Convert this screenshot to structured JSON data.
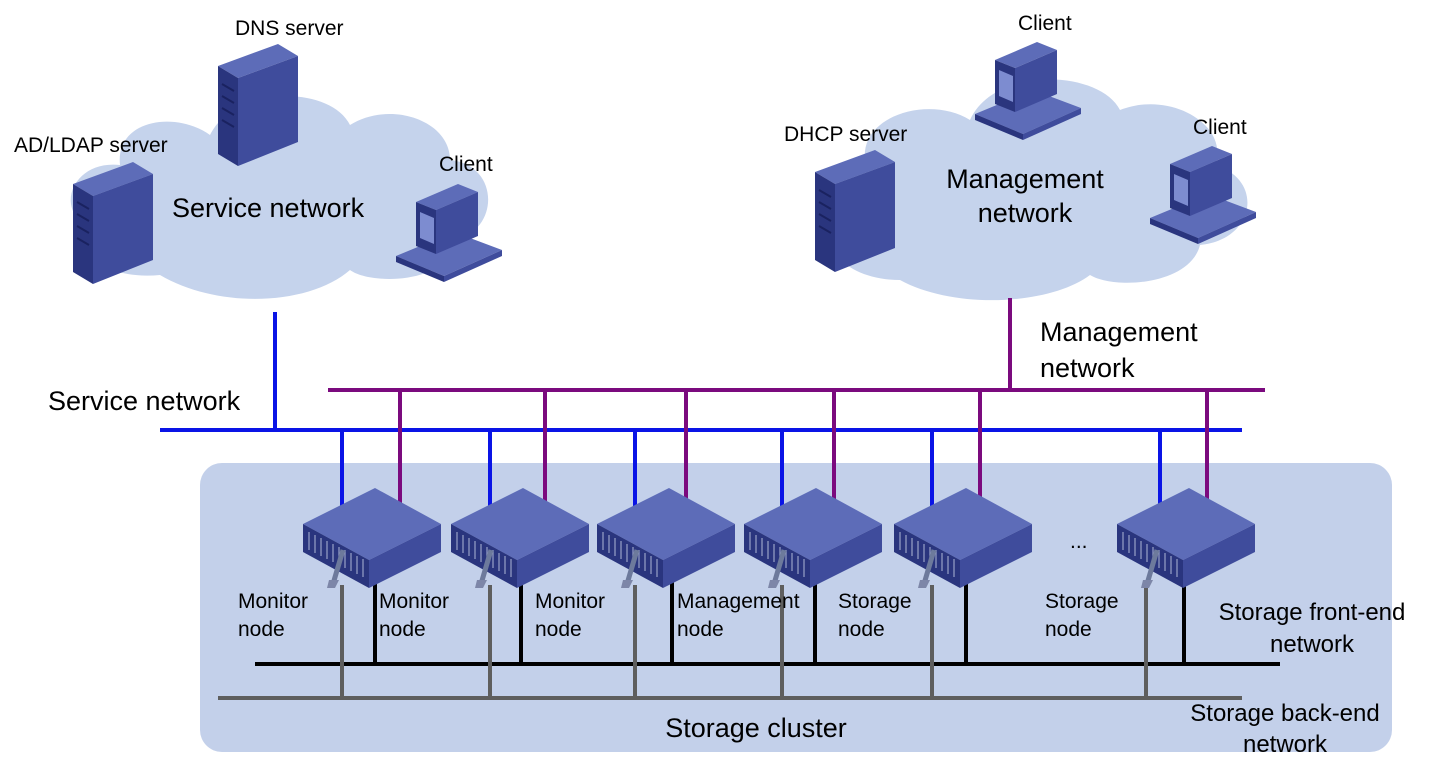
{
  "colors": {
    "cloud": "#c5d3ec",
    "cluster_bg": "#c3d0ea",
    "service_line": "#0a14e6",
    "management_line": "#7b0a7e",
    "frontend_line": "#000000",
    "backend_line": "#5e5e5e",
    "device_dark": "#2a357e",
    "device_mid": "#3f4c9c",
    "device_light": "#5d6cb8"
  },
  "service_cloud": {
    "title": "Service network",
    "dns_label": "DNS server",
    "ad_label": "AD/LDAP server",
    "client_label": "Client"
  },
  "management_cloud": {
    "title_line1": "Management",
    "title_line2": "network",
    "dhcp_label": "DHCP server",
    "client1_label": "Client",
    "client2_label": "Client"
  },
  "networks": {
    "service": "Service network",
    "management_line1": "Management",
    "management_line2": "network",
    "frontend_line1": "Storage front-end",
    "frontend_line2": "network",
    "backend_line1": "Storage back-end",
    "backend_line2": "network"
  },
  "cluster": {
    "title": "Storage cluster",
    "ellipsis": "...",
    "nodes": [
      {
        "line1": "Monitor",
        "line2": "node"
      },
      {
        "line1": "Monitor",
        "line2": "node"
      },
      {
        "line1": "Monitor",
        "line2": "node"
      },
      {
        "line1": "Management",
        "line2": "node"
      },
      {
        "line1": "Storage",
        "line2": "node"
      },
      {
        "line1": "Storage",
        "line2": "node"
      }
    ]
  }
}
